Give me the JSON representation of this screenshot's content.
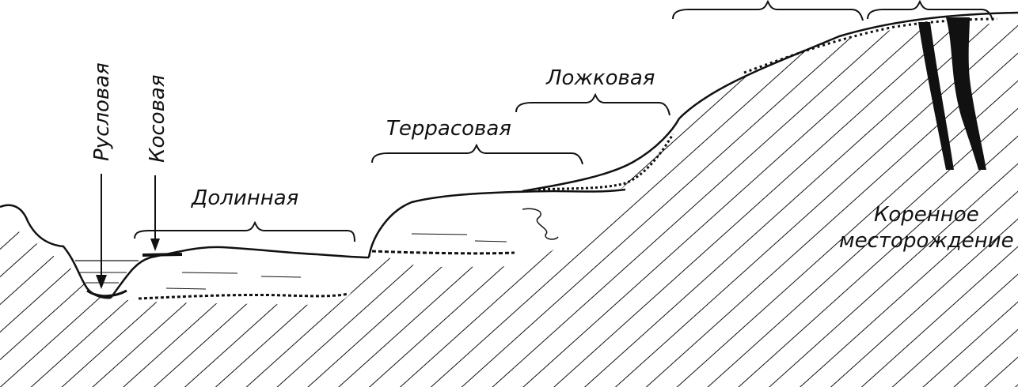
{
  "labels": {
    "channel": "Русловая",
    "spit": "Косовая",
    "valley": "Долинная",
    "terrace": "Террасовая",
    "hollow": "Ложковая",
    "bedrock_line1": "Коренное",
    "bedrock_line2": "месторождение"
  },
  "colors": {
    "ink": "#111111",
    "background": "#ffffff"
  }
}
